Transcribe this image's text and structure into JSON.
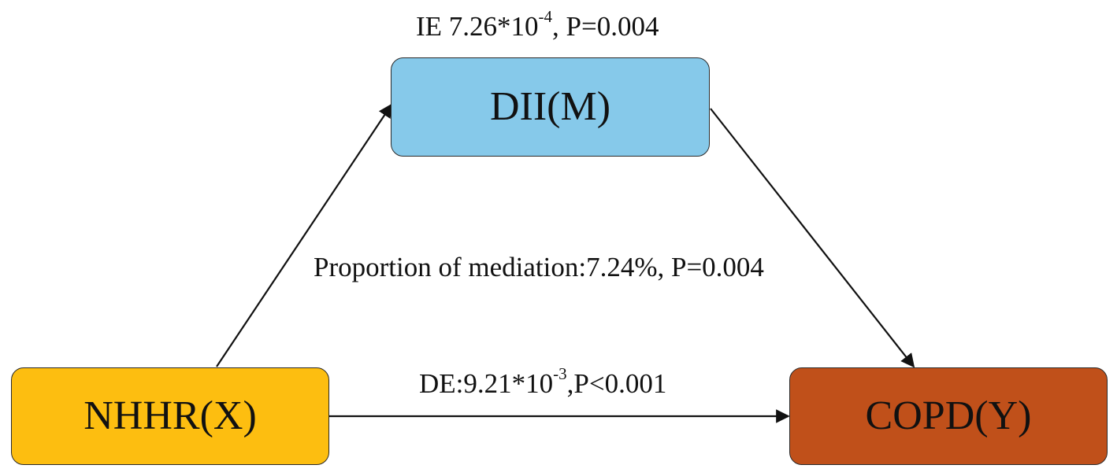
{
  "nodes": {
    "mediator": {
      "label": "DII(M)",
      "color": "#86c9ea"
    },
    "exposure": {
      "label": "NHHR(X)",
      "color": "#fdbe10"
    },
    "outcome": {
      "label": "COPD(Y)",
      "color": "#c0501a"
    }
  },
  "edges": {
    "indirect_effect": {
      "prefix": "IE 7.26*10",
      "exponent": "-4",
      "suffix": ", P=0.004"
    },
    "proportion_of_mediation": "Proportion of mediation:7.24%, P=0.004",
    "direct_effect": {
      "prefix": "DE:9.21*10",
      "exponent": "-3",
      "suffix": ",P<0.001"
    }
  }
}
